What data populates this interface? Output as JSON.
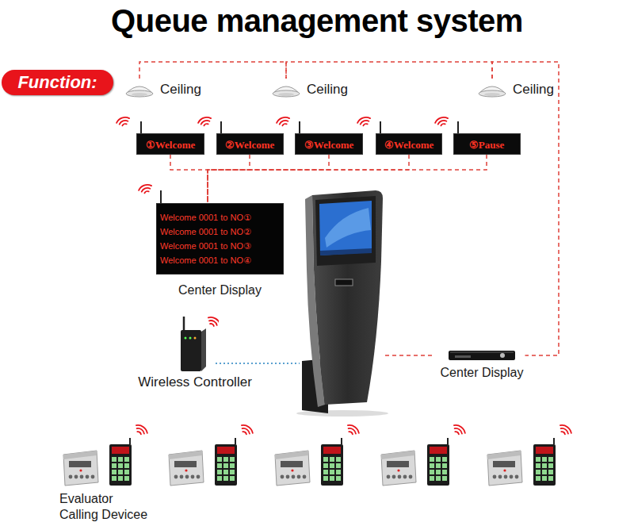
{
  "diagram": {
    "title": "Queue management system",
    "nodes": [
      {
        "text": [
          "Function:"
        ]
      },
      {
        "text": [
          "Ceiling"
        ]
      },
      {
        "text": [
          "Ceiling"
        ]
      },
      {
        "text": [
          "Ceiling"
        ]
      },
      {
        "text": [
          "①Welcome"
        ]
      },
      {
        "text": [
          "②Welcome"
        ]
      },
      {
        "text": [
          "③Welcome"
        ]
      },
      {
        "text": [
          "④Welcome"
        ]
      },
      {
        "text": [
          "⑤Pause"
        ]
      },
      {
        "text": [
          "Welcome 0001 to NO①",
          "Welcome 0001 to NO②",
          "Welcome 0001 to NO③",
          "Welcome 0001 to NO④",
          "Center Display"
        ]
      },
      {
        "text": [
          "Wireless Controller"
        ]
      },
      {
        "text": [
          "Center Display"
        ]
      }
    ],
    "edges": [
      {
        "from": 1,
        "to": 2,
        "arrow": "none"
      },
      {
        "from": 2,
        "to": 3,
        "arrow": "none"
      },
      {
        "from": 3,
        "to": 11,
        "arrow": "none"
      },
      {
        "from": 4,
        "to": 9,
        "arrow": "none"
      },
      {
        "from": 5,
        "to": 9,
        "arrow": "none"
      },
      {
        "from": 6,
        "to": 9,
        "arrow": "none"
      },
      {
        "from": 7,
        "to": 9,
        "arrow": "none"
      },
      {
        "from": 8,
        "to": 9,
        "arrow": "none"
      }
    ],
    "labels": [
      "Evaluator Calling Devicee"
    ]
  }
}
